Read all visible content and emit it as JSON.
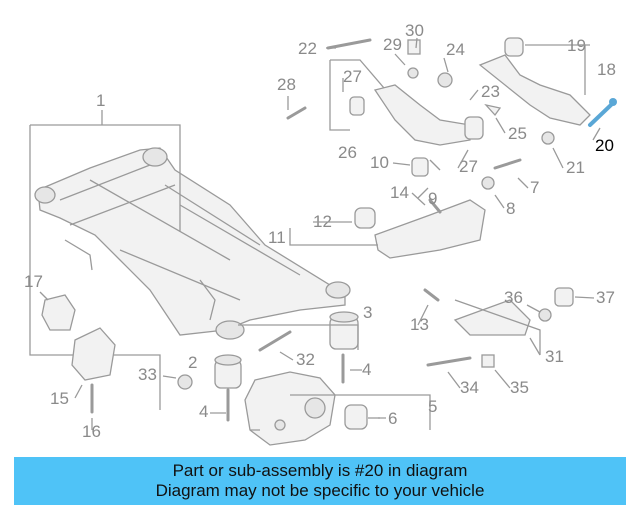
{
  "diagram": {
    "labels": [
      "1",
      "2",
      "3",
      "4",
      "4",
      "5",
      "6",
      "8",
      "7",
      "9",
      "10",
      "11",
      "12",
      "13",
      "14",
      "15",
      "16",
      "17",
      "18",
      "19",
      "20",
      "21",
      "22",
      "23",
      "24",
      "25",
      "26",
      "27",
      "27",
      "28",
      "29",
      "30",
      "31",
      "32",
      "33",
      "34",
      "35",
      "36",
      "37"
    ],
    "highlighted_part": "20"
  },
  "banner": {
    "line1": "Part or sub-assembly is #20 in diagram",
    "line2": "Diagram may not be specific to your vehicle",
    "color": "#4fc3f7"
  }
}
